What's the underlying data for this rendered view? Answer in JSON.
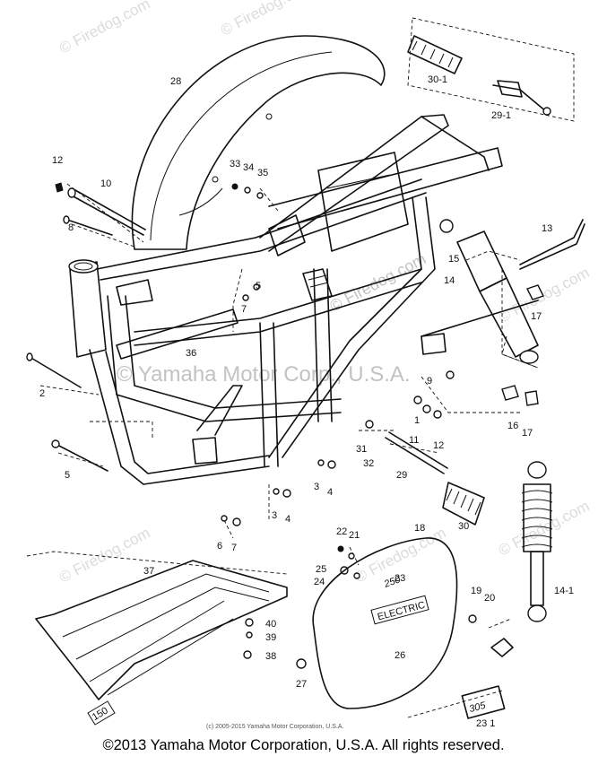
{
  "watermarks": {
    "brand": "© Firedog.com",
    "center": "© Yamaha Motor Corp., U.S.A.",
    "small_credit": "(c) 2005-2015 Yamaha Motor Corporation, U.S.A."
  },
  "footer": {
    "copyright": "©2013 Yamaha Motor Corporation, U.S.A. All rights reserved."
  },
  "callouts": {
    "p28": "28",
    "p12a": "12",
    "p10": "10",
    "p8": "8",
    "p33": "33",
    "p34": "34",
    "p35": "35",
    "p30_1": "30-1",
    "p29_1": "29-1",
    "p13": "13",
    "p15": "15",
    "p14": "14",
    "p17a": "17",
    "p9": "9",
    "p16": "16",
    "p17b": "17",
    "p1": "1",
    "p12b": "12",
    "p11": "11",
    "p36": "36",
    "p7a": "7",
    "p5a": "5",
    "p2": "2",
    "p5b": "5",
    "p31": "31",
    "p32": "32",
    "p29": "29",
    "p3a": "3",
    "p4a": "4",
    "p3b": "3",
    "p4b": "4",
    "p30": "30",
    "p6": "6",
    "p7b": "7",
    "p22": "22",
    "p21": "21",
    "p18": "18",
    "p25": "25",
    "p24": "24",
    "p23": "23",
    "p26": "26",
    "p27": "27",
    "p19": "19",
    "p20": "20",
    "p14_1": "14-1",
    "p37": "37",
    "p40": "40",
    "p39": "39",
    "p38": "38",
    "p23_1": "23 1"
  },
  "emblems": {
    "cover_badge": "250",
    "cover_script": "ELECTRIC",
    "model_number": "305",
    "tag_150": "150"
  }
}
